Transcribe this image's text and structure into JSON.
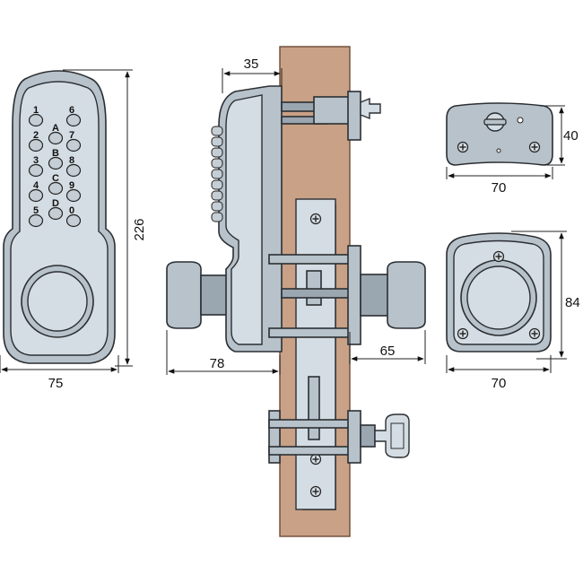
{
  "colors": {
    "metal": "#b7c2ca",
    "metal_dark": "#9aa6b0",
    "metal_light": "#d4dde3",
    "outline": "#2b2f33",
    "door_wood": "#c9a186",
    "background": "#ffffff"
  },
  "dimensions": {
    "keypad_height": "226",
    "keypad_width": "75",
    "projection_outside": "35",
    "knob_outside": "78",
    "knob_inside": "65",
    "rear_plate_width": "70",
    "rear_plate_height": "40",
    "rose_width": "70",
    "rose_height": "84"
  },
  "keypad": {
    "left_column": [
      "1",
      "2",
      "3",
      "4",
      "5"
    ],
    "middle_column": [
      "A",
      "B",
      "C",
      "D"
    ],
    "right_column": [
      "6",
      "7",
      "8",
      "9",
      "0"
    ]
  },
  "icons": [
    "phillips-screw-icon",
    "key-icon",
    "thumb-turn-icon"
  ]
}
